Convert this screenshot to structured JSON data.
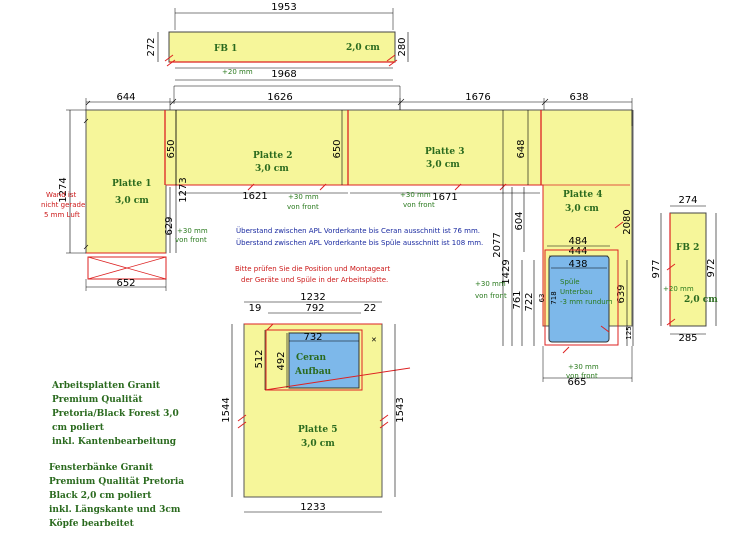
{
  "colors": {
    "slab": "#f6f69a",
    "outline": "#444444",
    "red": "#dd2222",
    "sink": "#7db8ea",
    "text_green": "#2a7a1e"
  },
  "fb1": {
    "name": "FB 1",
    "thickness": "2,0 cm",
    "w_top": "1953",
    "w_bottom": "1968",
    "h_left": "272",
    "h_right": "280",
    "note": "+20 mm"
  },
  "fb2": {
    "name": "FB 2",
    "thickness": "2,0 cm",
    "w_top": "274",
    "w_bottom": "285",
    "h_left": "977",
    "h_right": "972",
    "note": "+20 mm"
  },
  "top_dims": {
    "d644": "644",
    "d1626": "1626",
    "d1676": "1676",
    "d638": "638"
  },
  "platte1": {
    "name": "Platte 1",
    "thickness": "3,0 cm",
    "w_bottom": "652",
    "h": "1274",
    "d1273": "1273",
    "d629": "629",
    "front": "+30 mm\nvon front"
  },
  "wall_note": [
    "Wand ist",
    "nicht gerade",
    "5 mm Luft"
  ],
  "platte2": {
    "name": "Platte 2",
    "thickness": "3,0 cm",
    "d650a": "650",
    "d650b": "650",
    "d1621": "1621",
    "front": [
      "+30 mm",
      "von front"
    ]
  },
  "platte3": {
    "name": "Platte 3",
    "thickness": "3,0 cm",
    "d648": "648",
    "d1671": "1671",
    "front": [
      "+30 mm",
      "von front"
    ]
  },
  "platte4": {
    "name": "Platte 4",
    "thickness": "3,0 cm",
    "d2077": "2077",
    "d2080": "2080",
    "d604": "604",
    "d1429": "1429",
    "d761": "761",
    "d722": "722",
    "d484": "484",
    "d444": "444",
    "d438": "438",
    "d718": "718",
    "d639": "639",
    "d665": "665",
    "d63": "63",
    "d125": "125",
    "front_left": [
      "+30 mm",
      "von front"
    ],
    "front_bottom": [
      "+30 mm",
      "von front"
    ]
  },
  "sink": {
    "lines": [
      "Spüle",
      "Unterbau",
      "-3 mm rundum"
    ]
  },
  "notes": {
    "overhang": [
      "Überstand zwischen APL Vorderkante bis Ceran ausschnitt ist 76 mm.",
      "Überstand zwischen APL Vorderkante bis Spüle ausschnitt ist 108 mm."
    ],
    "check": [
      "Bitte prüfen Sie die Position und Montageart",
      "der Geräte und Spüle in der Arbeitsplatte."
    ]
  },
  "platte5": {
    "name": "Platte 5",
    "thickness": "3,0 cm",
    "d1232": "1232",
    "d792": "792",
    "d19": "19",
    "d22": "22",
    "d732": "732",
    "d512": "512",
    "d492": "492",
    "d1544": "1544",
    "d1543": "1543",
    "d1233": "1233"
  },
  "ceran": {
    "lines": [
      "Ceran",
      "Aufbau"
    ]
  },
  "legend": {
    "arbeitsplatten": [
      "Arbeitsplatten Granit",
      "Premium Qualität",
      "Pretoria/Black Forest 3,0",
      "cm poliert",
      "inkl. Kantenbearbeitung"
    ],
    "fensterbaenke": [
      "Fensterbänke Granit",
      "Premium Qualität Pretoria",
      "Black 2,0 cm poliert",
      "inkl. Längskante und 3cm",
      "Köpfe bearbeitet"
    ]
  }
}
